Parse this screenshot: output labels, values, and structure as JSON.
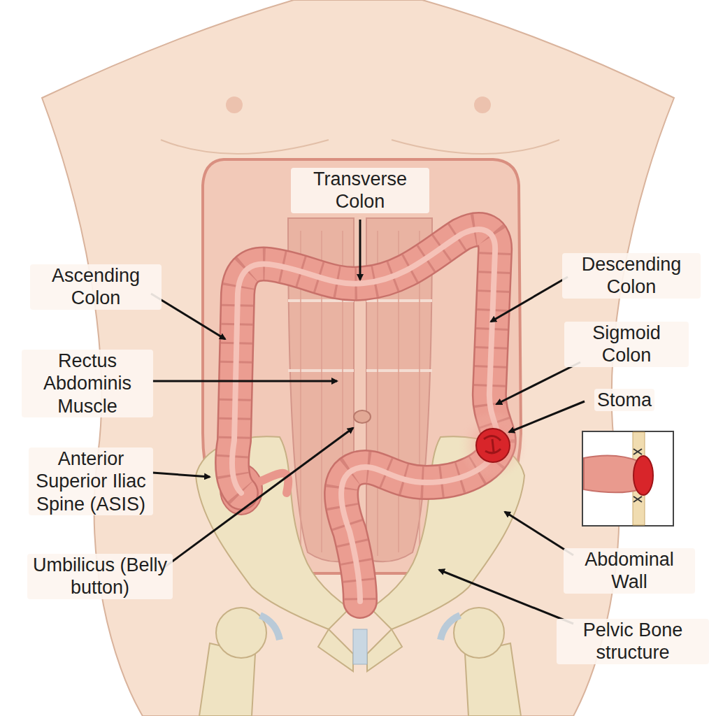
{
  "diagram": {
    "labels": [
      "Transverse Colon",
      "Ascending Colon",
      "Descending Colon",
      "Sigmoid Colon",
      "Rectus Abdominis Muscle",
      "Stoma",
      "Anterior Superior Iliac Spine (ASIS)",
      "Umbilicus (Belly button)",
      "Abdominal Wall",
      "Pelvic Bone structure"
    ]
  }
}
